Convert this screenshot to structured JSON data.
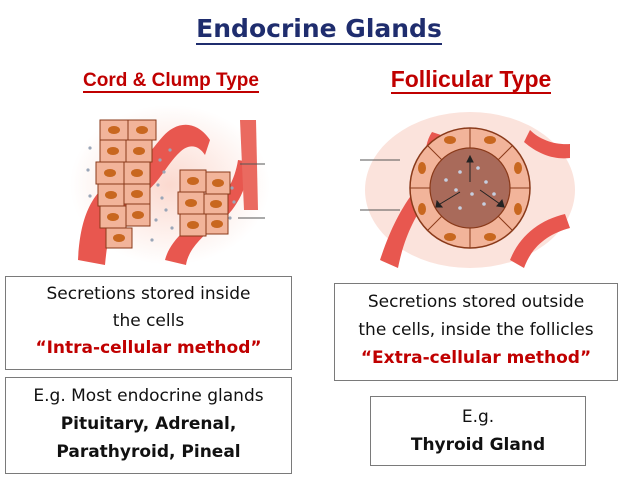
{
  "title": "Endocrine Glands",
  "left": {
    "heading": "Cord & Clump Type",
    "description": [
      "Secretions stored inside",
      "the cells"
    ],
    "method": "“Intra-cellular method”",
    "example_intro": "E.g. Most endocrine glands",
    "examples": [
      "Pituitary, Adrenal,",
      "Parathyroid, Pineal"
    ]
  },
  "right": {
    "heading": "Follicular Type",
    "description": [
      "Secretions stored outside",
      "the cells, inside the follicles"
    ],
    "method": "“Extra-cellular method”",
    "example_intro": "E.g.",
    "examples": [
      "Thyroid Gland"
    ]
  },
  "colors": {
    "title": "#1f2d6e",
    "heading": "#c00000",
    "vessel": "#e8574f",
    "cell": "#f2b49a",
    "nucleus": "#c8671f",
    "colloid": "#a96a5a"
  }
}
